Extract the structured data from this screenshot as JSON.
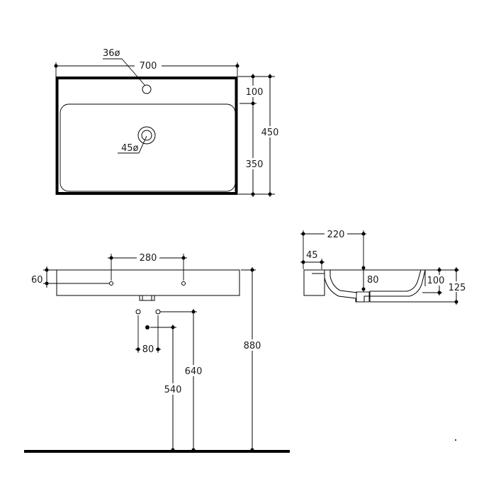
{
  "top_view": {
    "width": "700",
    "tap_hole": "36ø",
    "drain": "45ø",
    "offset_100": "100",
    "depth_350": "350",
    "total_450": "450"
  },
  "front_view": {
    "holes_280": "280",
    "height_60": "60",
    "spacing_80": "80",
    "height_640": "640",
    "height_540": "540",
    "height_880": "880"
  },
  "side_view": {
    "depth_220": "220",
    "wall_45": "45",
    "inner_80": "80",
    "height_100": "100",
    "height_125": "125"
  }
}
